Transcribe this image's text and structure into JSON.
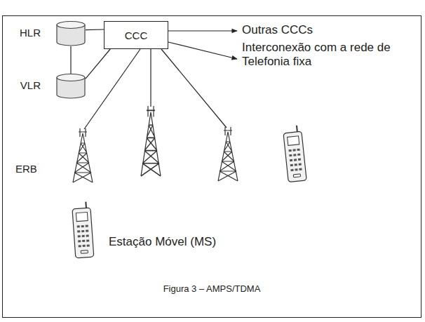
{
  "diagram": {
    "caption": "Figura 3 – AMPS/TDMA",
    "nodes": [
      {
        "text": [
          "HLR"
        ]
      },
      {
        "text": [
          "VLR"
        ]
      },
      {
        "text": [
          "CCC"
        ]
      }
    ],
    "edges": [
      {
        "from": 0,
        "to": 1,
        "arrow": "none"
      },
      {
        "from": 0,
        "to": 2,
        "arrow": "none"
      },
      {
        "from": 1,
        "to": 2,
        "arrow": "none"
      }
    ],
    "labels": [
      "Outras CCCs",
      "Interconexão com a rede de Telefonia fixa",
      "ERB",
      "Estação Móvel (MS)"
    ]
  }
}
